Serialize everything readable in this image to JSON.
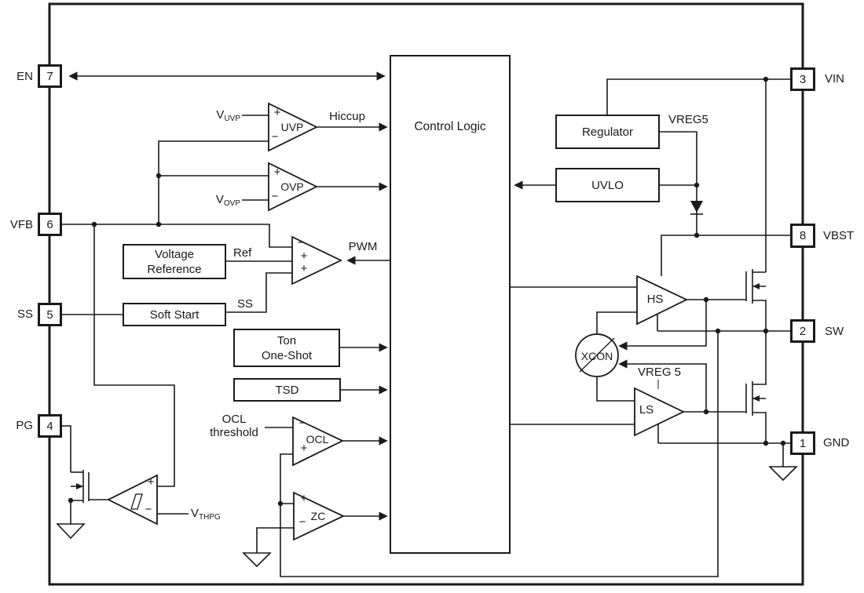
{
  "pins": {
    "left": [
      {
        "name": "EN",
        "number": "7"
      },
      {
        "name": "VFB",
        "number": "6"
      },
      {
        "name": "SS",
        "number": "5"
      },
      {
        "name": "PG",
        "number": "4"
      }
    ],
    "right": [
      {
        "name": "VIN",
        "number": "3"
      },
      {
        "name": "VBST",
        "number": "8"
      },
      {
        "name": "SW",
        "number": "2"
      },
      {
        "name": "GND",
        "number": "1"
      }
    ]
  },
  "blocks": {
    "control_logic": "Control Logic",
    "regulator": "Regulator",
    "uvlo": "UVLO",
    "voltage_reference_line1": "Voltage",
    "voltage_reference_line2": "Reference",
    "soft_start": "Soft Start",
    "ton_one_shot_line1": "Ton",
    "ton_one_shot_line2": "One-Shot",
    "tsd": "TSD"
  },
  "comparators": {
    "uvp": "UVP",
    "ovp": "OVP",
    "ocl": "OCL",
    "zc": "ZC",
    "hs": "HS",
    "ls": "LS",
    "xcon": "XCON"
  },
  "signals": {
    "hiccup": "Hiccup",
    "pwm": "PWM",
    "ref": "Ref",
    "ss": "SS",
    "vreg5": "VREG5",
    "vreg5_spaced": "VREG 5",
    "v_uvp": {
      "base": "V",
      "sub": "UVP"
    },
    "v_ovp": {
      "base": "V",
      "sub": "OVP"
    },
    "v_thpg": {
      "base": "V",
      "sub": "THPG"
    },
    "ocl_threshold_line1": "OCL",
    "ocl_threshold_line2": "threshold"
  },
  "signs": {
    "plus": "+",
    "minus": "−"
  },
  "colors": {
    "line": "#1a1a1a",
    "background": "#ffffff"
  }
}
